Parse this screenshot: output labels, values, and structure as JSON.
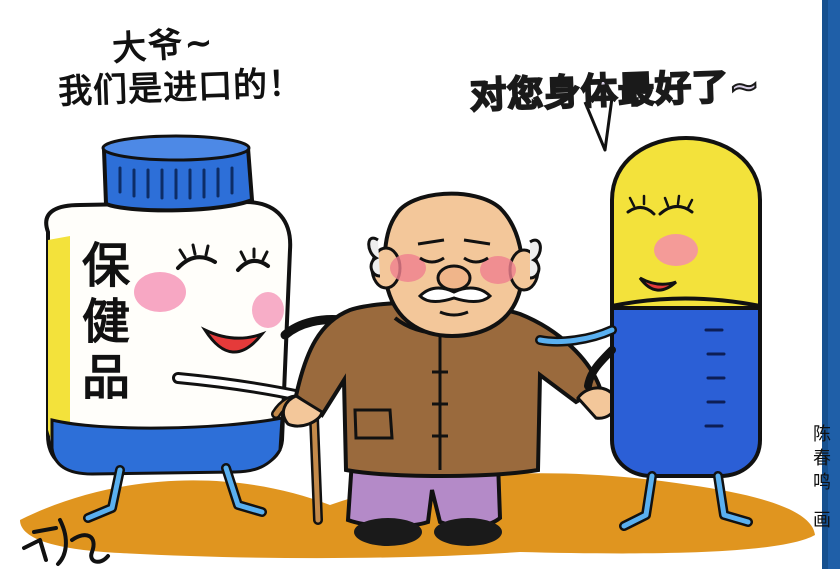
{
  "speech_left": {
    "line1": "大爷~",
    "line2": "我们是进口的！"
  },
  "speech_right": "对您身体最好了~",
  "bottle_label": [
    "保",
    "健",
    "品"
  ],
  "artist_credit": [
    "陈",
    "春",
    "鸣",
    "画"
  ],
  "colors": {
    "frame_blue": "#1f5fa8",
    "bottle_cap": "#2d6fd8",
    "bottle_body": "#fffefa",
    "capsule_yellow": "#f3e23b",
    "capsule_blue": "#2b5fd6",
    "jacket_brown": "#9a6a3d",
    "pants_purple": "#b48ac8",
    "skin": "#f3c79a",
    "ground": "#e0951f"
  }
}
